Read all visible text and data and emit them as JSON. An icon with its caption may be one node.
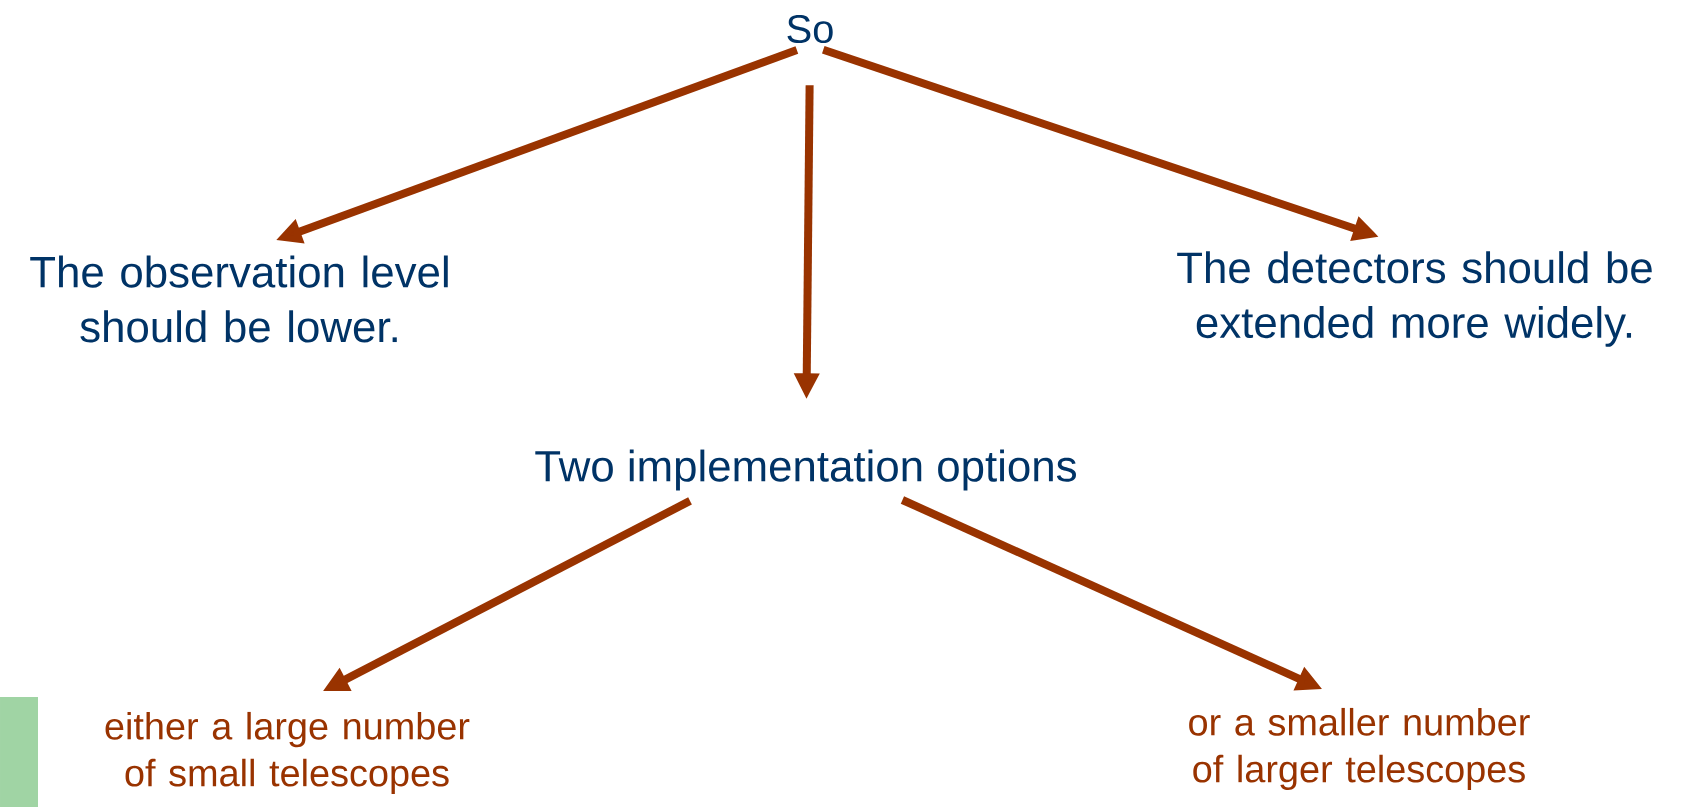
{
  "diagram": {
    "nodes": [
      {
        "text": [
          "So"
        ]
      },
      {
        "text": [
          "The observation level should be lower."
        ]
      },
      {
        "text": [
          "The detectors should be extended more widely."
        ]
      },
      {
        "text": [
          "Two implementation options"
        ]
      },
      {
        "text": [
          "either a large number of small telescopes"
        ]
      },
      {
        "text": [
          "or a smaller number of larger telescopes"
        ]
      },
      {
        "text": [],
        "shape": "bar"
      }
    ],
    "edges": [
      {
        "from": 0,
        "to": 1,
        "arrow": "to"
      },
      {
        "from": 0,
        "to": 3,
        "arrow": "to"
      },
      {
        "from": 0,
        "to": 2,
        "arrow": "to"
      },
      {
        "from": 3,
        "to": 4,
        "arrow": "to"
      },
      {
        "from": 3,
        "to": 5,
        "arrow": "to"
      }
    ]
  }
}
